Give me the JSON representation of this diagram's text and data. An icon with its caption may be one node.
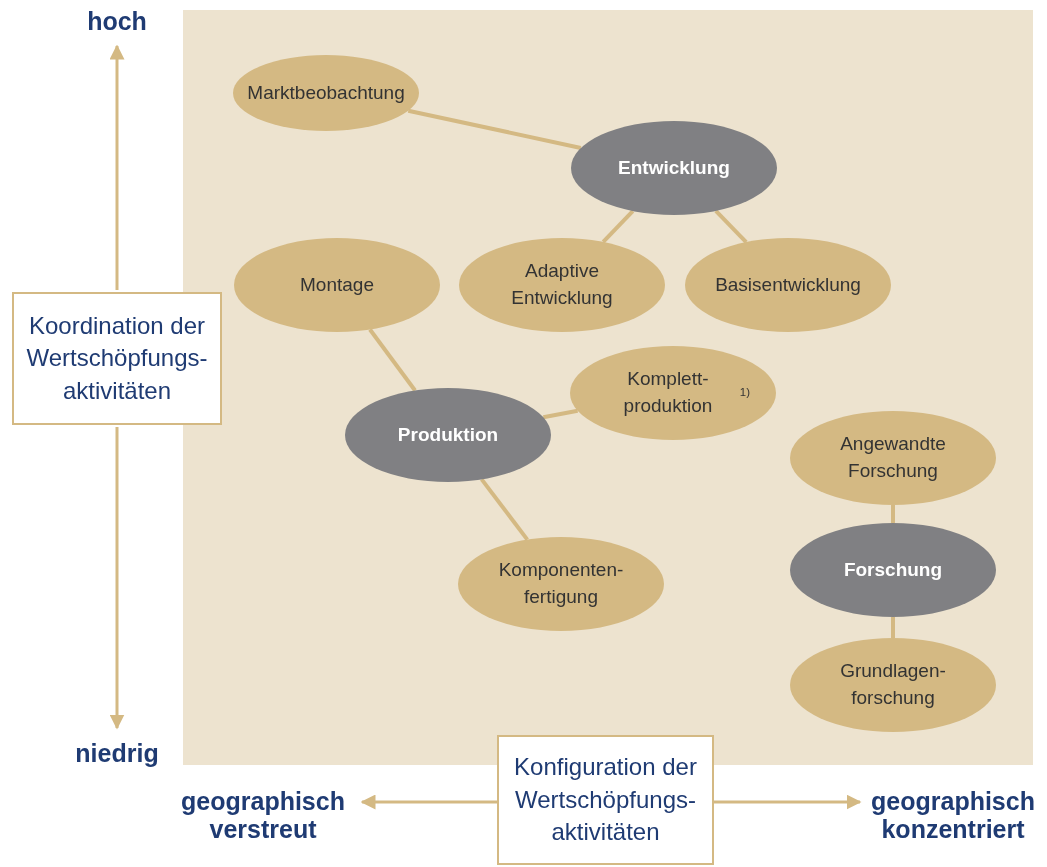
{
  "diagram": {
    "nodes": [
      {
        "text": [
          "Marktbeobachtung"
        ]
      },
      {
        "text": [
          "Entwicklung"
        ]
      },
      {
        "text": [
          "Adaptive Entwicklung"
        ]
      },
      {
        "text": [
          "Basisentwicklung"
        ]
      },
      {
        "text": [
          "Montage"
        ]
      },
      {
        "text": [
          "Produktion"
        ]
      },
      {
        "text": [
          "Komplett- produktion$^{1)}$"
        ]
      },
      {
        "text": [
          "Angewandte Forschung"
        ]
      },
      {
        "text": [
          "Komponenten- fertigung"
        ]
      },
      {
        "text": [
          "Forschung"
        ]
      },
      {
        "text": [
          "Grundlagen- forschung"
        ]
      },
      {
        "text": [
          "Koordination der Wertschöpfungs- aktivitäten"
        ]
      },
      {
        "text": [
          "Konfiguration der Wertschöpfungs- aktivitäten"
        ]
      }
    ],
    "edges": [
      {
        "from": 0,
        "to": 1,
        "arrow": "none"
      },
      {
        "from": 1,
        "to": 2,
        "arrow": "none"
      },
      {
        "from": 1,
        "to": 3,
        "arrow": "none"
      },
      {
        "from": 4,
        "to": 5,
        "arrow": "none"
      },
      {
        "from": 5,
        "to": 6,
        "arrow": "none"
      },
      {
        "from": 5,
        "to": 8,
        "arrow": "none"
      },
      {
        "from": 7,
        "to": 9,
        "arrow": "none"
      },
      {
        "from": 9,
        "to": 10,
        "arrow": "none"
      }
    ],
    "labels": [
      "hoch",
      "niedrig",
      "geographisch verstreut",
      "geographisch konzentriert"
    ]
  }
}
